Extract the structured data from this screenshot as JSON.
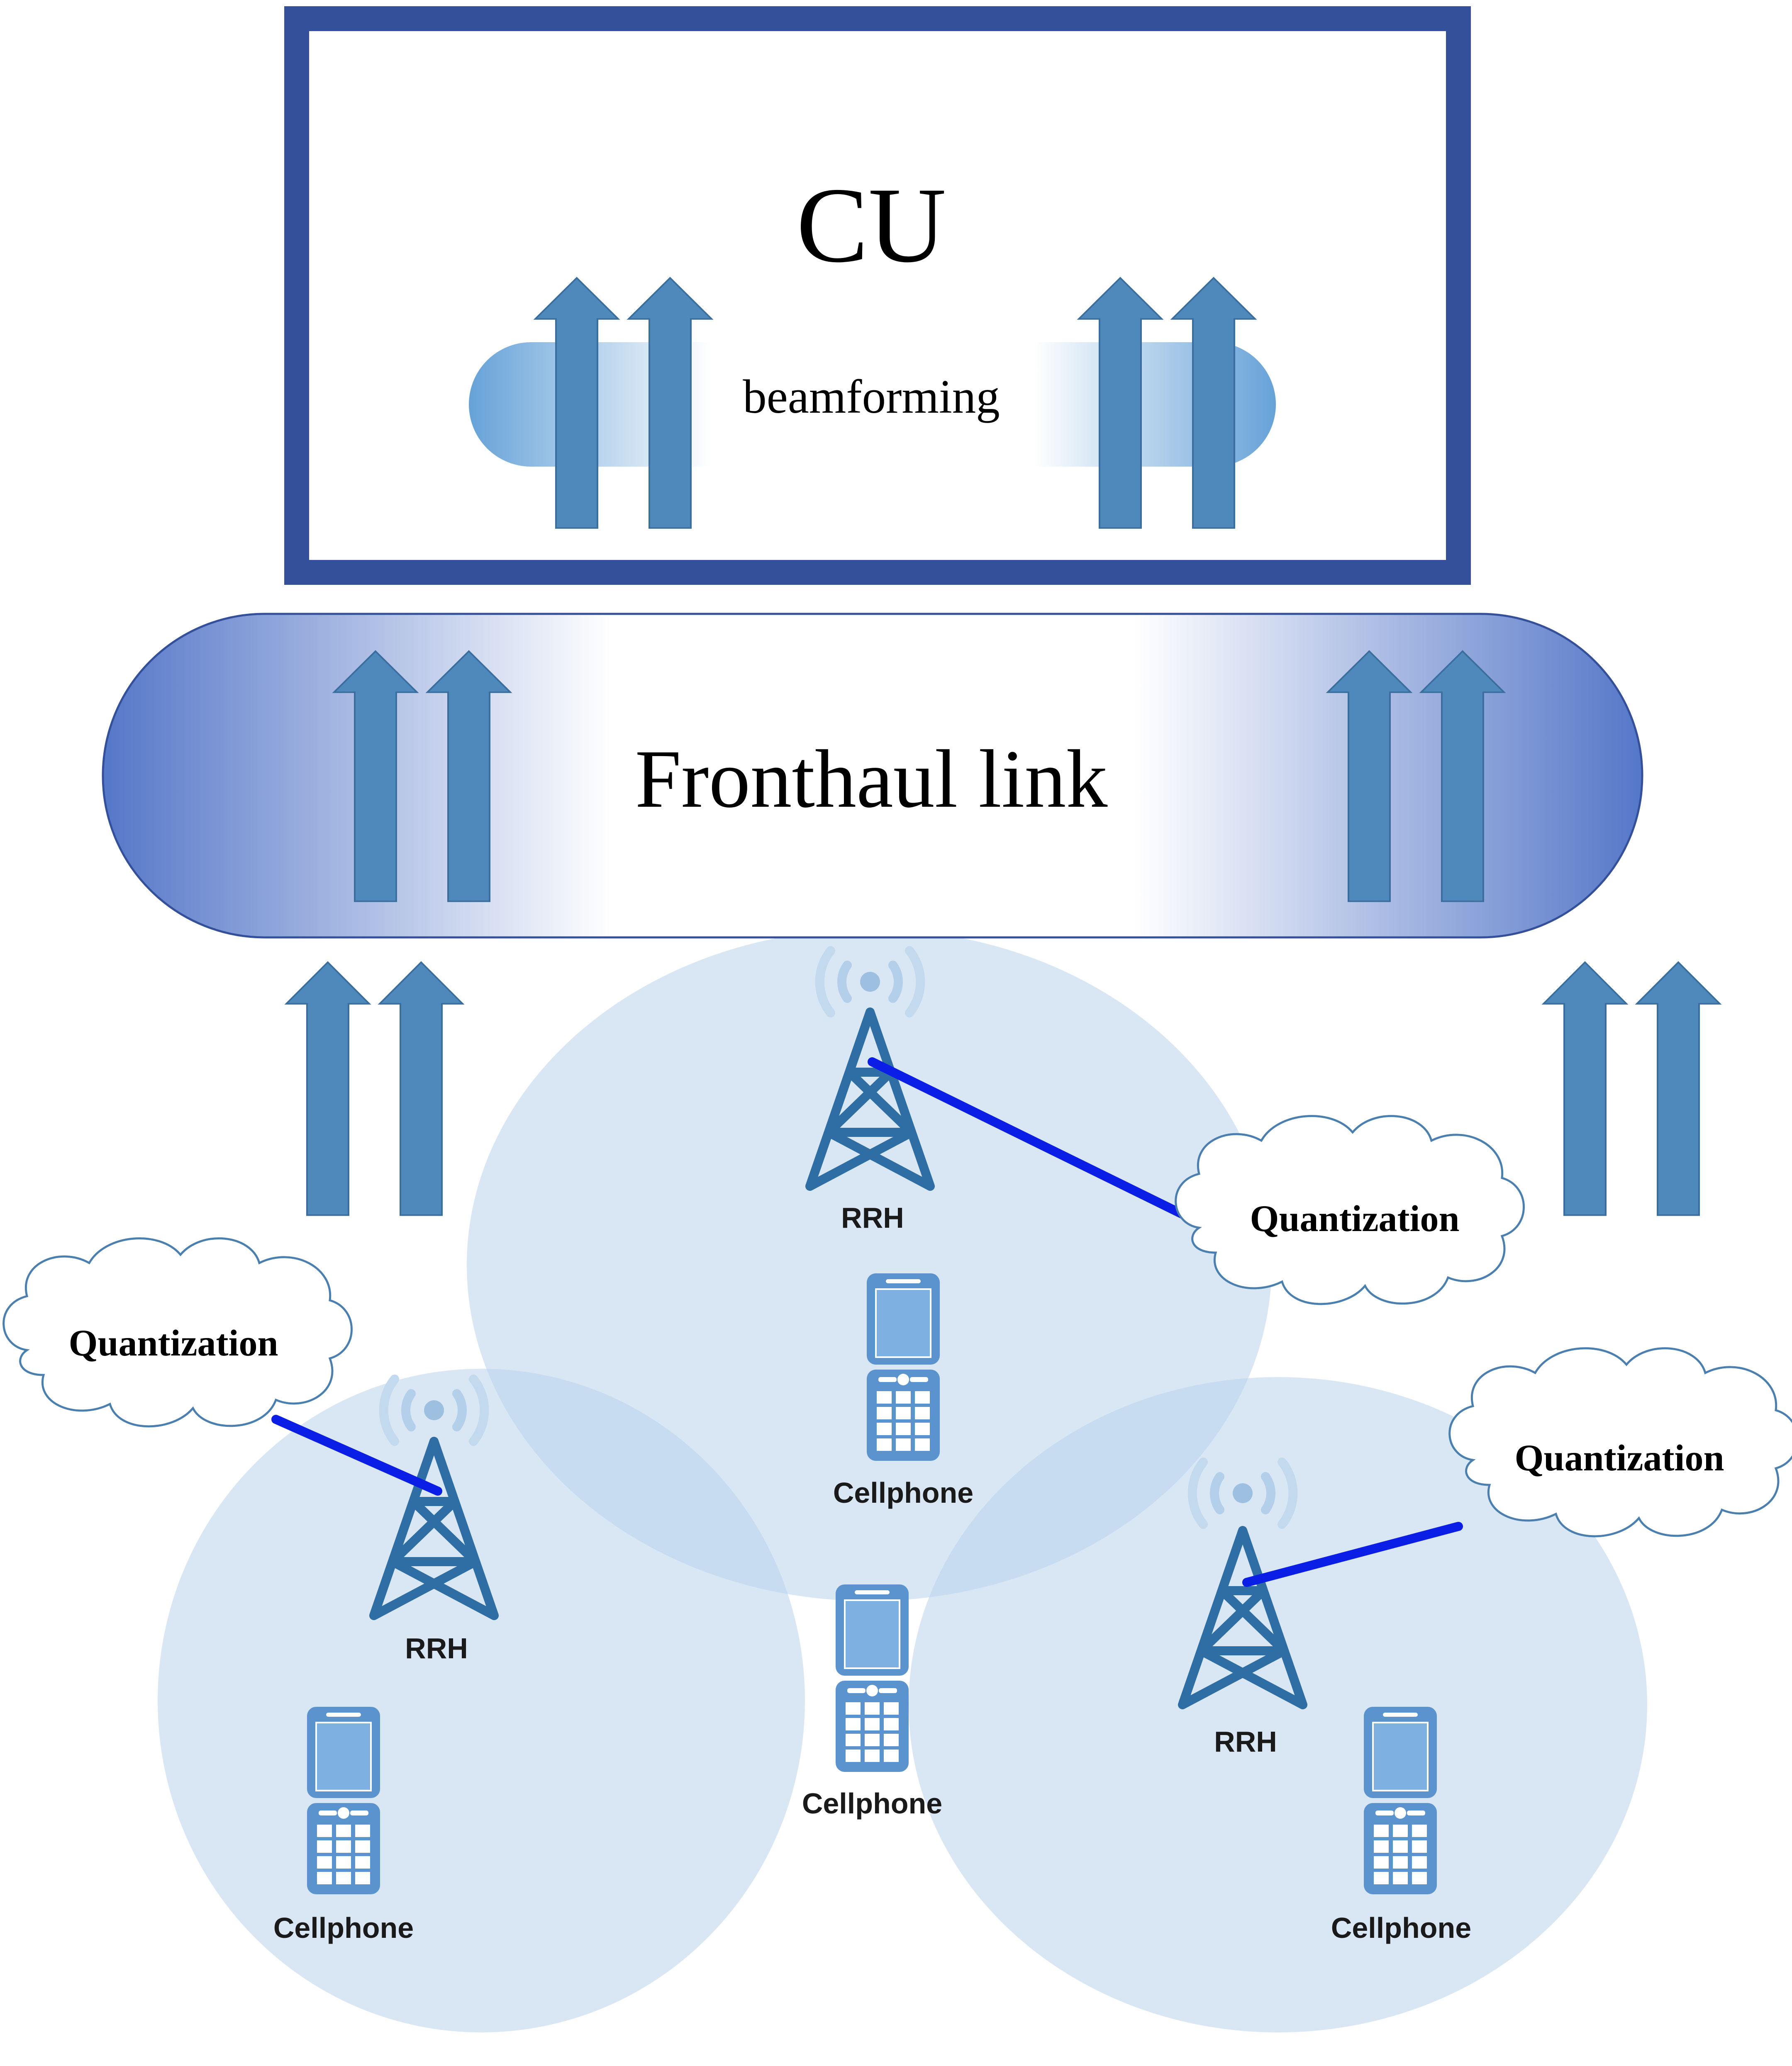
{
  "cu": {
    "label": "CU"
  },
  "beamforming": {
    "label": "beamforming"
  },
  "fronthaul": {
    "label": "Fronthaul link"
  },
  "rrh": [
    {
      "label": "RRH"
    },
    {
      "label": "RRH"
    },
    {
      "label": "RRH"
    }
  ],
  "cellphones": [
    {
      "label": "Cellphone"
    },
    {
      "label": "Cellphone"
    },
    {
      "label": "Cellphone"
    },
    {
      "label": "Cellphone"
    }
  ],
  "quantization": [
    {
      "label": "Quantization"
    },
    {
      "label": "Quantization"
    },
    {
      "label": "Quantization"
    }
  ],
  "colors": {
    "frame": "#34509a",
    "arrow": "#4f88bb",
    "arrow_stroke": "#3a6e9e",
    "cell": "#b9d3ec",
    "tower": "#2f6ea4",
    "phone": "#5b93cf",
    "link": "#0a1ee6",
    "cloud_stroke": "#4a7fb0"
  }
}
